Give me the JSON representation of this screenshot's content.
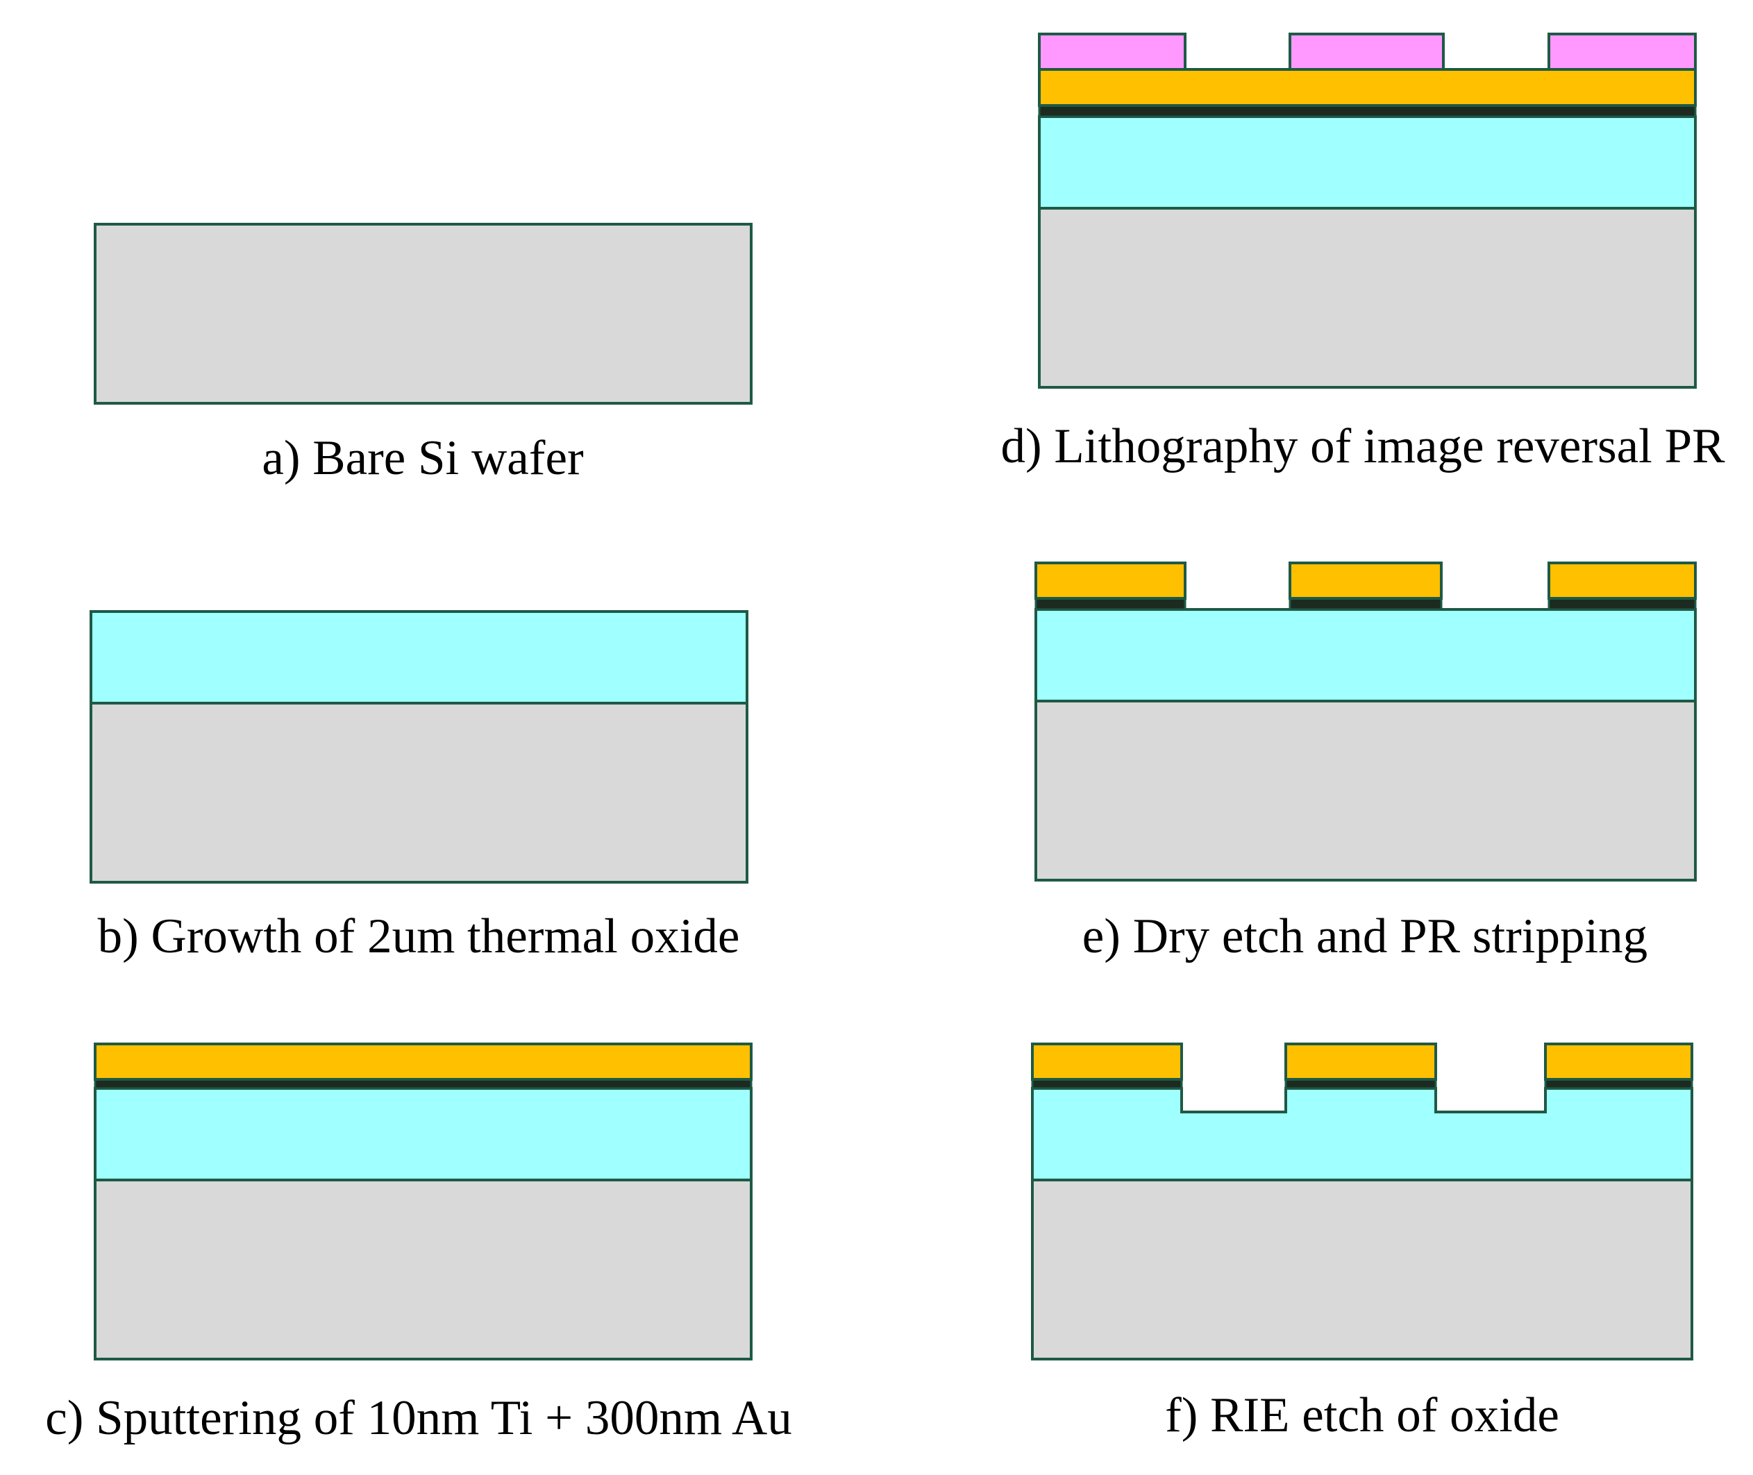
{
  "colors": {
    "silicon": "#d9d9d9",
    "oxide": "#a0ffff",
    "gold": "#ffc000",
    "titanium": "#1c2a20",
    "photoresist": "#ff99ff",
    "outline": "#1e5a46"
  },
  "panels": [
    {
      "id": "a",
      "caption": "a) Bare Si wafer"
    },
    {
      "id": "b",
      "caption": "b) Growth of 2um thermal oxide"
    },
    {
      "id": "c",
      "caption": "c) Sputtering of 10nm Ti + 300nm Au"
    },
    {
      "id": "d",
      "caption": "d) Lithography of image  reversal PR"
    },
    {
      "id": "e",
      "caption": "e) Dry etch and PR stripping"
    },
    {
      "id": "f",
      "caption": "f) RIE etch of oxide"
    }
  ]
}
